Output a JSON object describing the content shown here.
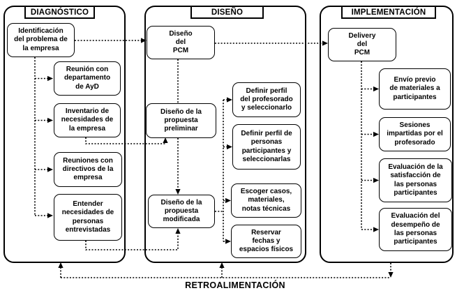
{
  "colors": {
    "background": "#ffffff",
    "line": "#000000",
    "text": "#000000"
  },
  "sections": {
    "diagnostico": {
      "title": "DIAGNÓSTICO",
      "boxes": {
        "identificacion": "Identificación\ndel problema de\nla empresa",
        "reunion_ayd": "Reunión con\ndepartamento\nde AyD",
        "inventario": "Inventario de\nnecesidades de\nla empresa",
        "reuniones_directivos": "Reuniones con\ndirectivos de la\nempresa",
        "entender": "Entender\nnecesidades de\npersonas\nentrevistadas"
      }
    },
    "diseno": {
      "title": "DISEÑO",
      "boxes": {
        "diseno_pcm": "Diseño\ndel\nPCM",
        "propuesta_preliminar": "Diseño de la\npropuesta\npreliminar",
        "propuesta_modificada": "Diseño de la\npropuesta\nmodificada",
        "definir_profesorado": "Definir perfil\ndel profesorado\ny seleccionarlo",
        "definir_personas": "Definir perfil de\npersonas\nparticipantes y\nseleccionarlas",
        "escoger_casos": "Escoger casos,\nmateriales,\nnotas técnicas",
        "reservar_fechas": "Reservar\nfechas y\nespacios físicos"
      }
    },
    "implementacion": {
      "title": "IMPLEMENTACIÓN",
      "boxes": {
        "delivery_pcm": "Delivery\ndel\nPCM",
        "envio_previo": "Envío previo\nde materiales a\nparticipantes",
        "sesiones": "Sesiones\nimpartidas por el\nprofesorado",
        "eval_satisfaccion": "Evaluación de la\nsatisfacción de\nlas personas\nparticipantes",
        "eval_desempeno": "Evaluación del\ndesempeño de\nlas personas\nparticipantes"
      }
    }
  },
  "feedback_label": "RETROALIMENTACIÓN"
}
